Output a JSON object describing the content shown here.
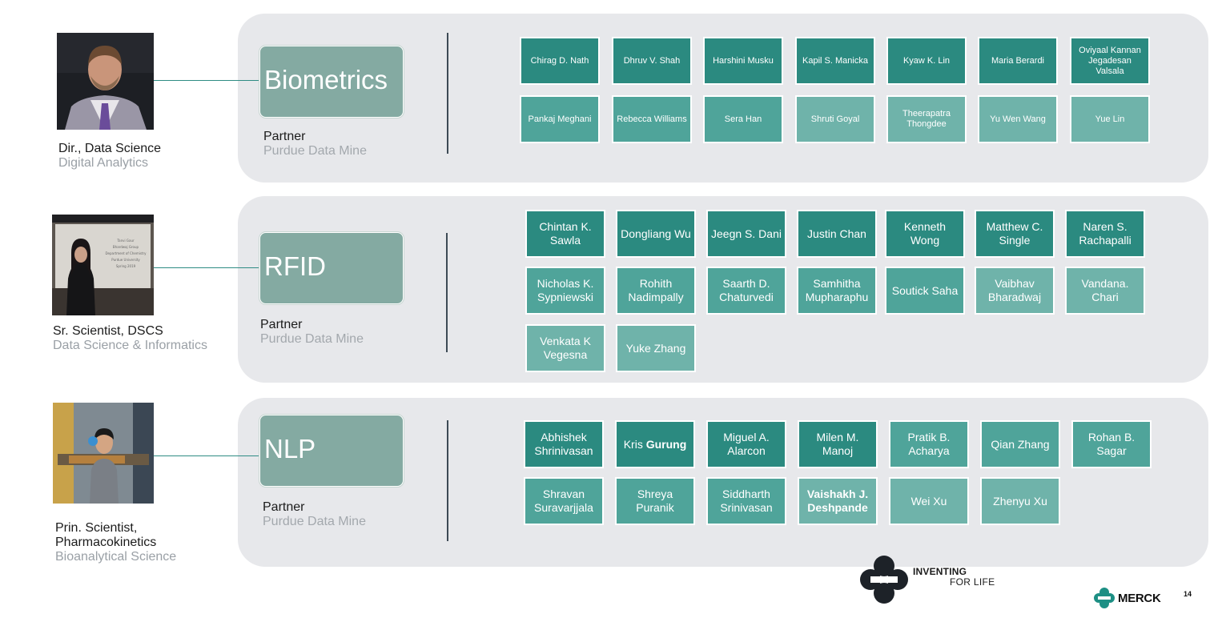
{
  "rows": [
    {
      "topic": "Biometrics",
      "partner_label": "Partner",
      "partner_org": "Purdue Data Mine",
      "person": {
        "role": "Dir., Data Science",
        "dept": "Digital Analytics"
      },
      "members": [
        "Chirag D. Nath",
        "Dhruv V. Shah",
        "Harshini Musku",
        "Kapil S. Manicka",
        "Kyaw K. Lin",
        "Maria Berardi",
        "Oviyaal Kannan Jegadesan Valsala",
        "Pankaj Meghani",
        "Rebecca Williams",
        "Sera Han",
        "Shruti Goyal",
        "Theerapatra Thongdee",
        "Yu Wen Wang",
        "Yue Lin"
      ]
    },
    {
      "topic": "RFID",
      "partner_label": "Partner",
      "partner_org": "Purdue Data Mine",
      "person": {
        "role": "Sr. Scientist, DSCS",
        "dept": "Data Science & Informatics"
      },
      "members": [
        "Chintan K. Sawla",
        "Dongliang Wu",
        "Jeegn S. Dani",
        "Justin Chan",
        "Kenneth Wong",
        "Matthew C. Single",
        "Naren S. Rachapalli",
        "Nicholas K. Sypniewski",
        "Rohith Nadimpally",
        "Saarth D. Chaturvedi",
        "Samhitha Mupharaphu",
        "Soutick Saha",
        "Vaibhav Bharadwaj",
        "Vandana. Chari",
        "Venkata K Vegesna",
        "Yuke Zhang"
      ]
    },
    {
      "topic": "NLP",
      "partner_label": "Partner",
      "partner_org": "Purdue Data Mine",
      "person": {
        "role": "Prin. Scientist, Pharmacokinetics",
        "dept": "Bioanalytical Science"
      },
      "members": [
        "Abhishek Shrinivasan",
        "Kris Gurung",
        "Miguel A. Alarcon",
        "Milen M. Manoj",
        "Pratik B. Acharya",
        "Qian Zhang",
        "Rohan B. Sagar",
        "Shravan Suravarjjala",
        "Shreya Puranik",
        "Siddharth Srinivasan",
        "Vaishakh J. Deshpande",
        "Wei Xu",
        "Zhenyu Xu"
      ]
    }
  ],
  "photo_text": [
    "Tanvi Gaur",
    "Bhardwaj Group",
    "Department of Chemistry",
    "Purdue University",
    "Spring 2019"
  ],
  "footer": {
    "tagline_1": "INVENTING",
    "tagline_2": "FOR LIFE",
    "brand": "MERCK",
    "page_number": "14"
  },
  "colors": {
    "tile_dark": "#2b8a80",
    "tile_mid": "#4fa49a",
    "tile_light": "#6fb3aa",
    "topic_box": "#84aaa2",
    "panel": "#e7e8eb"
  },
  "icons": [
    "merck-logo-icon",
    "merck-small-logo-icon"
  ]
}
